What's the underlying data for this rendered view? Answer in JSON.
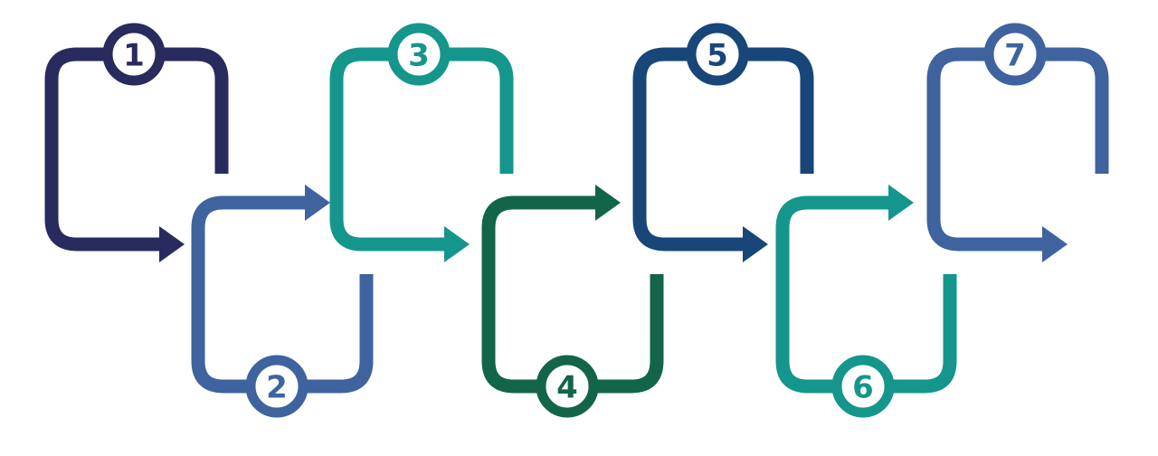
{
  "diagram": {
    "kind": "process-flow",
    "step_count": 7,
    "background_color": "#ffffff",
    "badge_fill": "#ffffff"
  },
  "steps": [
    {
      "number": "1",
      "color": "#292b5e",
      "badge_position": "top"
    },
    {
      "number": "2",
      "color": "#3e639f",
      "badge_position": "bottom"
    },
    {
      "number": "3",
      "color": "#15968c",
      "badge_position": "top"
    },
    {
      "number": "4",
      "color": "#136549",
      "badge_position": "bottom"
    },
    {
      "number": "5",
      "color": "#184679",
      "badge_position": "top"
    },
    {
      "number": "6",
      "color": "#15968c",
      "badge_position": "bottom"
    },
    {
      "number": "7",
      "color": "#3e639f",
      "badge_position": "top"
    }
  ]
}
